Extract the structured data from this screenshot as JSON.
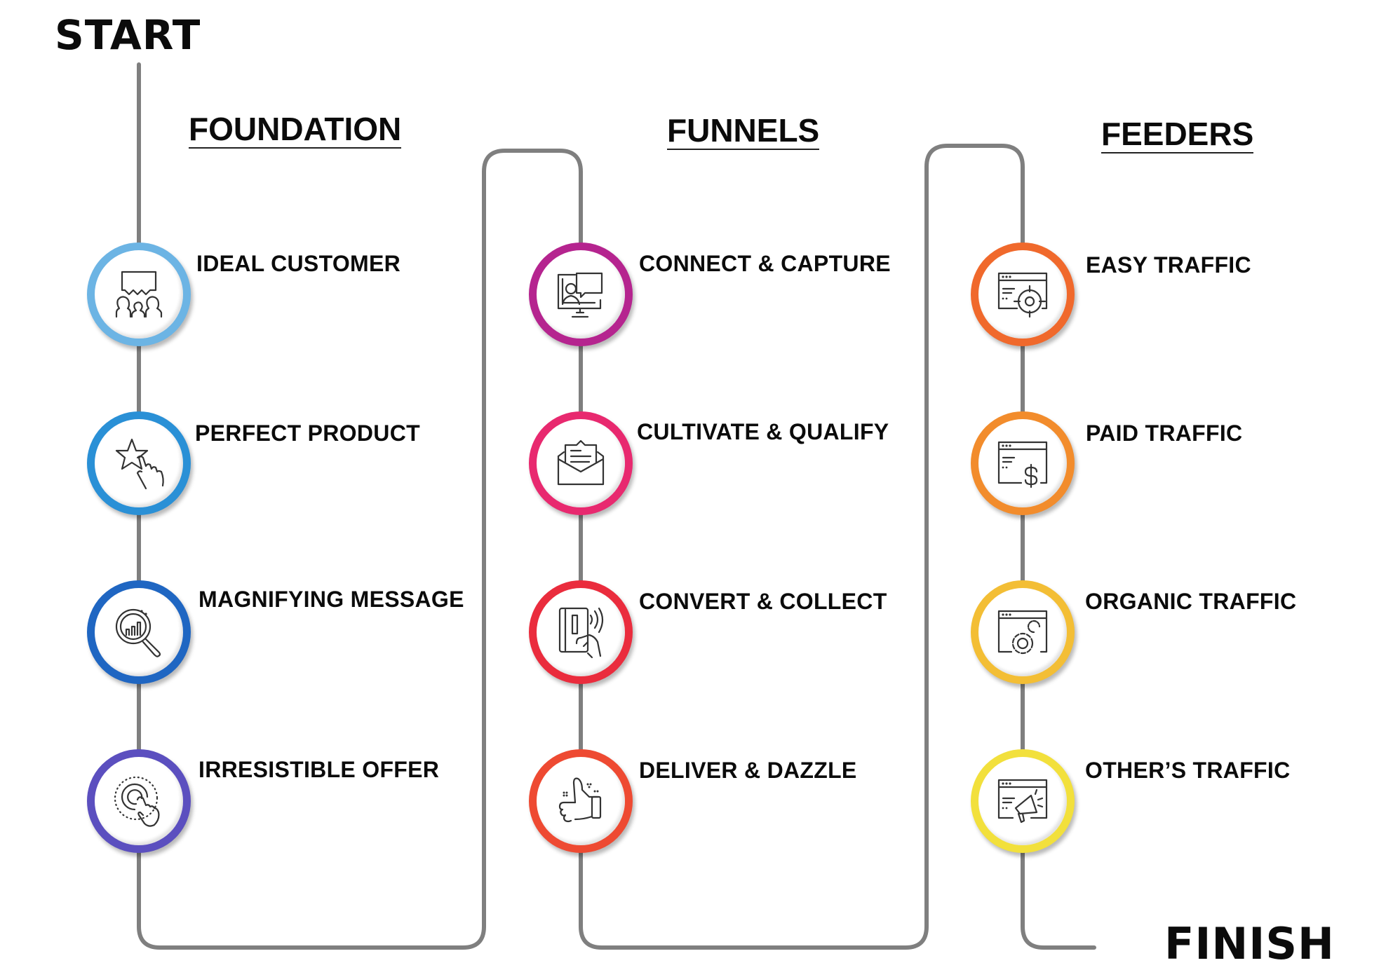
{
  "start_label": "START",
  "finish_label": "FINISH",
  "path_color": "#7f7f7f",
  "columns": [
    {
      "heading": "FOUNDATION",
      "steps": [
        {
          "label": "IDEAL CUSTOMER",
          "icon": "audience-speech-icon",
          "color": "#6cb4e4"
        },
        {
          "label": "PERFECT PRODUCT",
          "icon": "star-hand-icon",
          "color": "#2a90d6"
        },
        {
          "label": "MAGNIFYING MESSAGE",
          "icon": "magnifier-chart-icon",
          "color": "#1f66c2"
        },
        {
          "label": "IRRESISTIBLE OFFER",
          "icon": "click-target-icon",
          "color": "#5b4fbf"
        }
      ]
    },
    {
      "heading": "FUNNELS",
      "steps": [
        {
          "label": "CONNECT & CAPTURE",
          "icon": "monitor-chat-icon",
          "color": "#b5248f"
        },
        {
          "label": "CULTIVATE & QUALIFY",
          "icon": "open-envelope-icon",
          "color": "#e8296f"
        },
        {
          "label": "CONVERT & COLLECT",
          "icon": "contactless-card-icon",
          "color": "#ea2c3d"
        },
        {
          "label": "DELIVER & DAZZLE",
          "icon": "thumbs-up-icon",
          "color": "#ee4a32"
        }
      ]
    },
    {
      "heading": "FEEDERS",
      "steps": [
        {
          "label": "EASY TRAFFIC",
          "icon": "browser-target-icon",
          "color": "#f0692c"
        },
        {
          "label": "PAID TRAFFIC",
          "icon": "browser-dollar-icon",
          "color": "#f28c2c"
        },
        {
          "label": "ORGANIC TRAFFIC",
          "icon": "browser-gears-icon",
          "color": "#f3be35"
        },
        {
          "label": "OTHER’S TRAFFIC",
          "icon": "browser-megaphone-icon",
          "color": "#f2e03c"
        }
      ]
    }
  ]
}
